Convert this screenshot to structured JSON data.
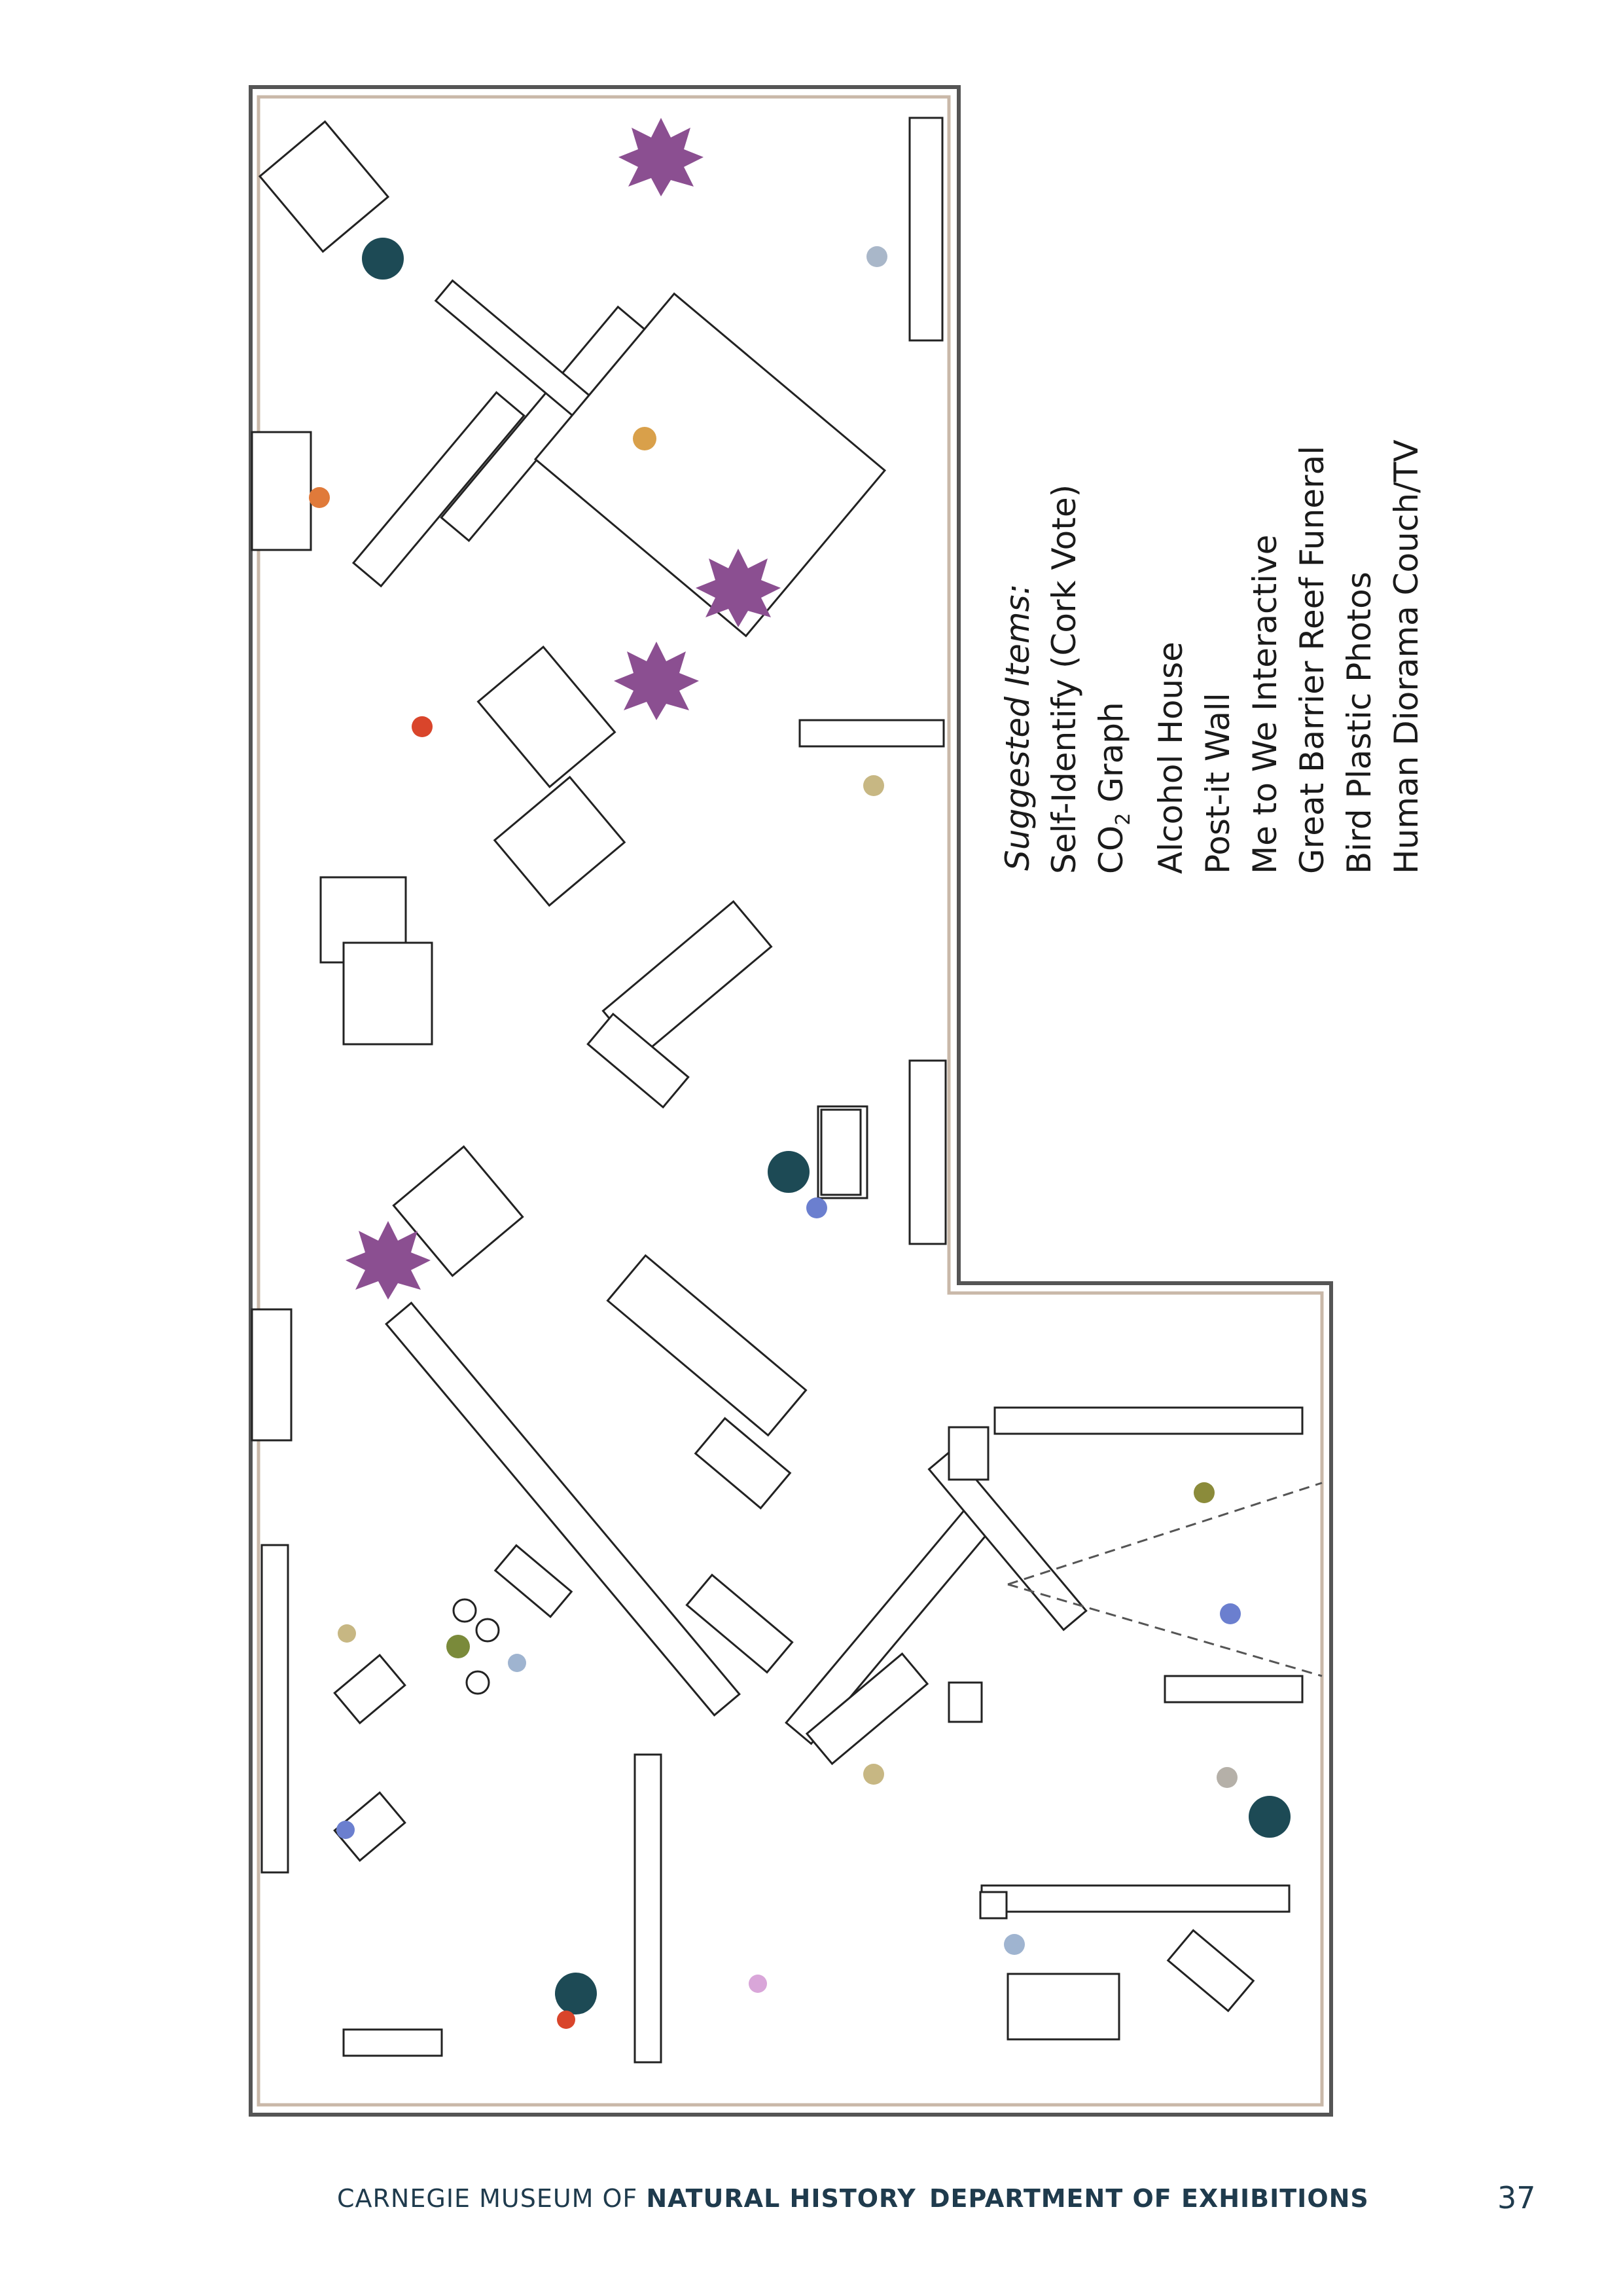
{
  "legend": {
    "heading": "Suggested Items:",
    "items": [
      "Self-Identify (Cork Vote)",
      "CO",
      "Alcohol House",
      "Post-it Wall",
      "Me to We Interactive",
      "Great Barrier Reef Funeral",
      "Bird Plastic Photos",
      "Human Diorama Couch/TV"
    ],
    "co2_subscript": "2",
    "co2_suffix": " Graph"
  },
  "footer": {
    "org_prefix": "CARNEGIE MUSEUM OF ",
    "org_bold": "NATURAL HISTORY",
    "department": "DEPARTMENT OF EXHIBITIONS",
    "page_number": "37"
  },
  "colors": {
    "wall": "#8a8480",
    "wall_accent": "#c9b8a8",
    "burst": "#8b4f91",
    "hand": "#1d4a55",
    "line": "#222222"
  }
}
